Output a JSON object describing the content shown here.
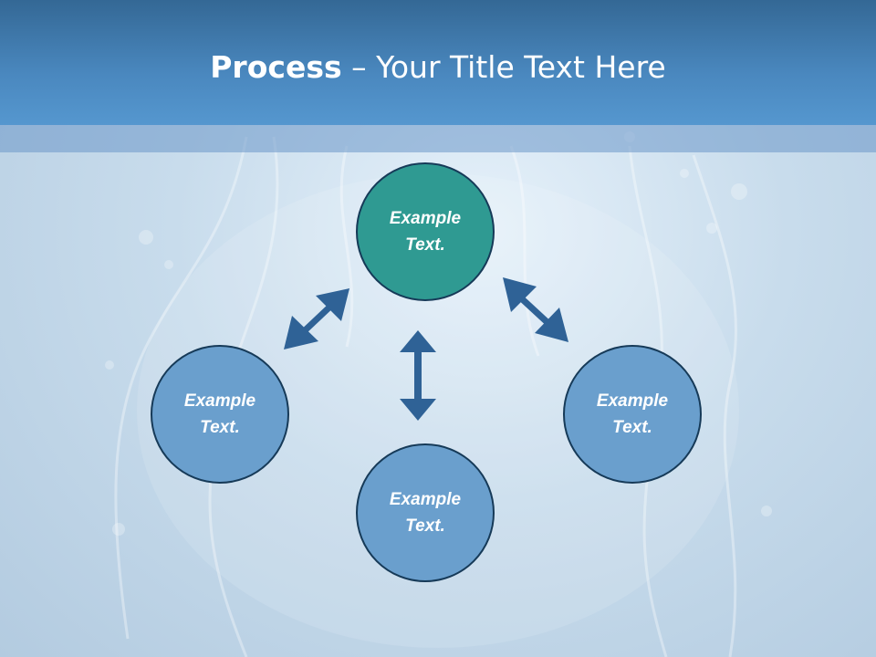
{
  "slide": {
    "title_bold": "Process",
    "title_rest": " – Your Title Text Here"
  },
  "diagram": {
    "nodes": [
      {
        "id": "top",
        "label": "Example Text.",
        "color": "#2f9a92"
      },
      {
        "id": "left",
        "label": "Example Text.",
        "color": "#6a9fcd"
      },
      {
        "id": "bottom",
        "label": "Example Text.",
        "color": "#6a9fcd"
      },
      {
        "id": "right",
        "label": "Example Text.",
        "color": "#6a9fcd"
      }
    ],
    "arrow_color": "#2f6296",
    "connections": [
      {
        "from": "top",
        "to": "left",
        "direction": "both"
      },
      {
        "from": "top",
        "to": "bottom",
        "direction": "both"
      },
      {
        "from": "top",
        "to": "right",
        "direction": "both"
      }
    ]
  },
  "colors": {
    "header": "#4a88bf",
    "node_border": "#163a58"
  }
}
